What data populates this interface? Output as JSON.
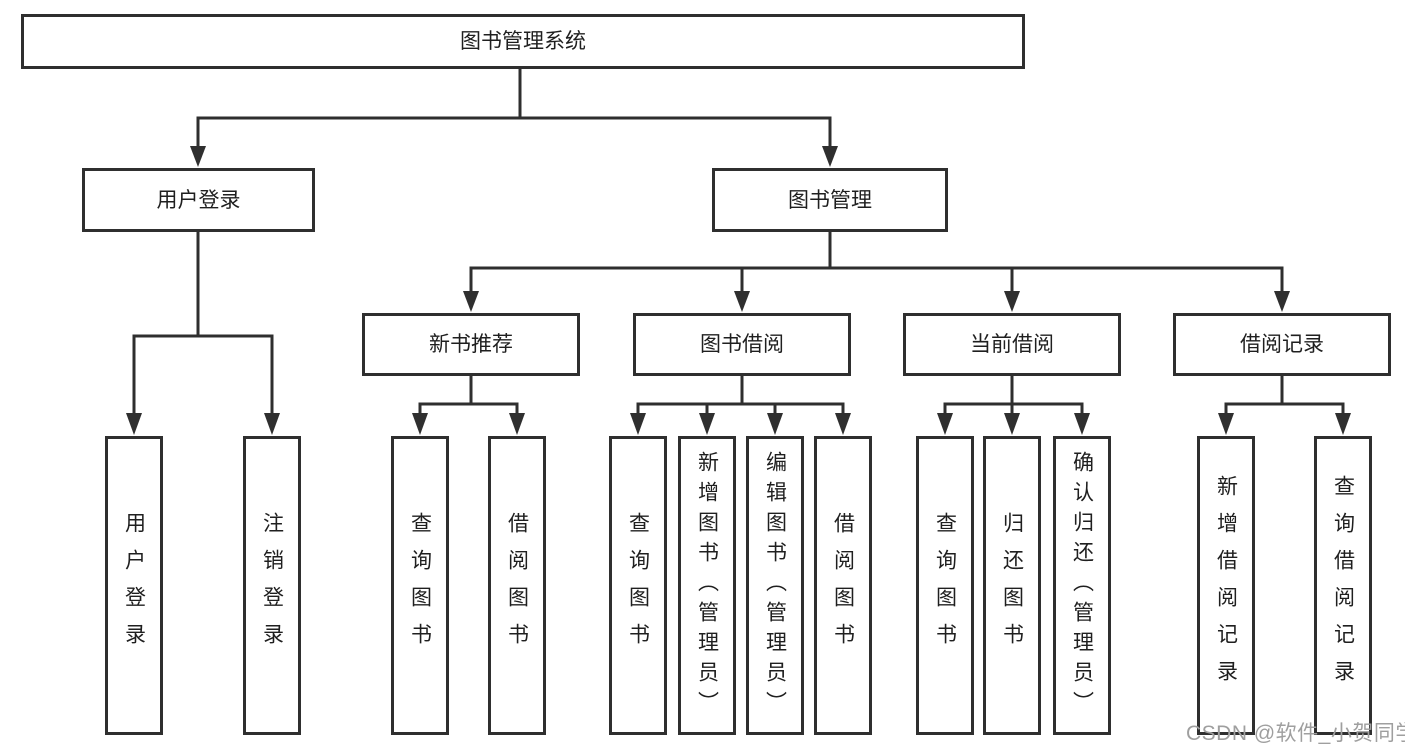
{
  "nodes": {
    "root": "图书管理系统",
    "user_login": "用户登录",
    "book_mgmt": "图书管理",
    "new_book_rec": "新书推荐",
    "book_borrow": "图书借阅",
    "current_borrow": "当前借阅",
    "borrow_records": "借阅记录",
    "leaf_user_login": "用户登录",
    "leaf_logout": "注销登录",
    "leaf_nb_query": "查询图书",
    "leaf_nb_borrow": "借阅图书",
    "leaf_bb_query": "查询图书",
    "leaf_bb_add": "新增图书（管理员）",
    "leaf_bb_edit": "编辑图书（管理员）",
    "leaf_bb_borrow": "借阅图书",
    "leaf_cb_query": "查询图书",
    "leaf_cb_return": "归还图书",
    "leaf_cb_confirm": "确认归还（管理员）",
    "leaf_br_add": "新增借阅记录",
    "leaf_br_query": "查询借阅记录"
  },
  "hierarchy": {
    "图书管理系统": {
      "用户登录": [
        "用户登录",
        "注销登录"
      ],
      "图书管理": {
        "新书推荐": [
          "查询图书",
          "借阅图书"
        ],
        "图书借阅": [
          "查询图书",
          "新增图书（管理员）",
          "编辑图书（管理员）",
          "借阅图书"
        ],
        "当前借阅": [
          "查询图书",
          "归还图书",
          "确认归还（管理员）"
        ],
        "借阅记录": [
          "新增借阅记录",
          "查询借阅记录"
        ]
      }
    }
  },
  "colors": {
    "line": "#2f2f2f",
    "box_border": "#2f2f2f",
    "text": "#1f1f1f",
    "watermark": "#9f9f9f",
    "background": "#ffffff"
  },
  "watermark": "CSDN @软件_小贺同学"
}
